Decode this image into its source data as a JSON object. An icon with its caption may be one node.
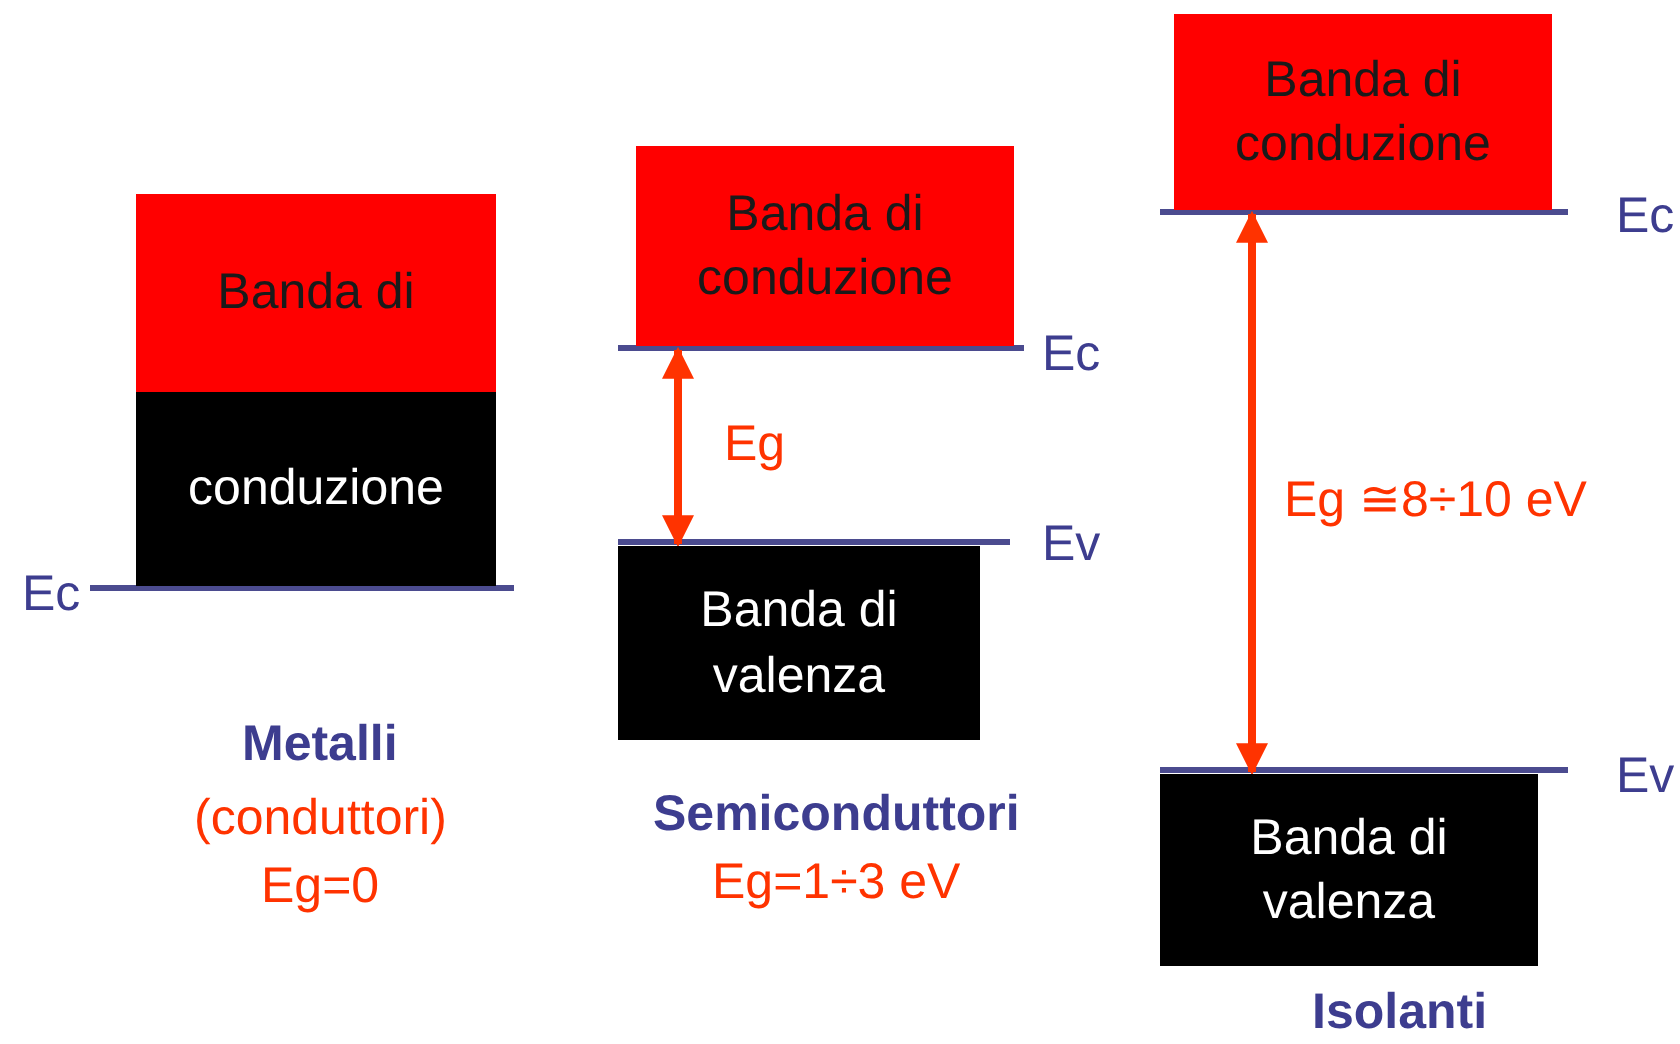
{
  "diagram": {
    "nodes": [
      {
        "text": [
          "Banda di"
        ]
      },
      {
        "text": [
          "conduzione"
        ]
      },
      {
        "text": [
          "Banda di conduzione"
        ]
      },
      {
        "text": [
          "Banda di valenza"
        ]
      },
      {
        "text": [
          "Banda di conduzione"
        ]
      },
      {
        "text": [
          "Banda di valenza"
        ]
      }
    ],
    "edges": [
      {
        "from": 2,
        "to": 3,
        "arrow": "both",
        "label": "Eg"
      },
      {
        "from": 4,
        "to": 5,
        "arrow": "both",
        "label": "Eg ≅8÷10 eV"
      }
    ],
    "labels": [
      "Ec",
      "Metalli",
      "(conduttori)",
      "Eg=0",
      "Ec",
      "Ev",
      "Semiconduttori",
      "Eg=1÷3 eV",
      "Ec",
      "Ev",
      "Isolanti"
    ]
  }
}
